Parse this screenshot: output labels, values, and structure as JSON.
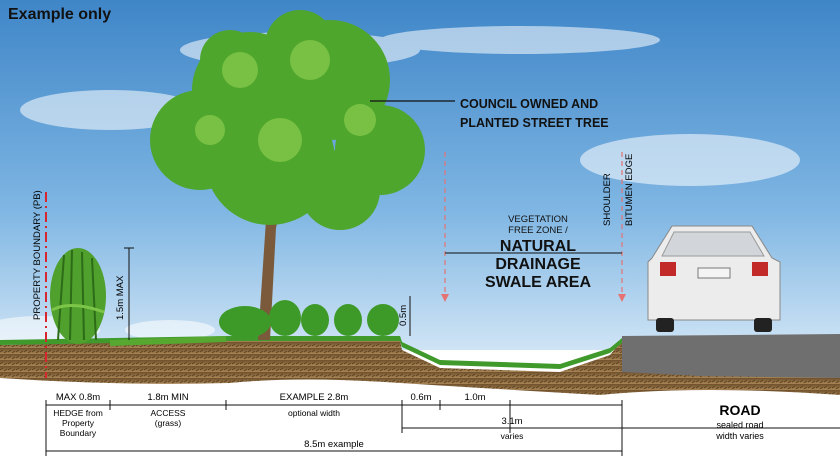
{
  "header": {
    "title": "Example only"
  },
  "callout": {
    "line1": "COUNCIL OWNED AND",
    "line2": "PLANTED STREET TREE"
  },
  "swale": {
    "small_line1": "VEGETATION",
    "small_line2": "FREE ZONE /",
    "big_line1": "NATURAL",
    "big_line2": "DRAINAGE",
    "big_line3": "SWALE AREA"
  },
  "vertical_labels": {
    "property_boundary": "PROPERTY BOUNDARY (PB)",
    "hedge_height": "1.5m MAX",
    "tree_height": "0.5m",
    "shoulder": "SHOULDER",
    "bitumen_edge": "BITUMEN EDGE"
  },
  "dimensions": {
    "hedge": {
      "value": "MAX 0.8m",
      "note1": "HEDGE from",
      "note2": "Property",
      "note3": "Boundary"
    },
    "access": {
      "value": "1.8m MIN",
      "note1": "ACCESS",
      "note2": "(grass)"
    },
    "planting": {
      "value": "EXAMPLE 2.8m",
      "note1": "optional width"
    },
    "gap_a": {
      "value": "0.6m"
    },
    "gap_b": {
      "value": "1.0m"
    },
    "swale_total": {
      "value": "3.1m",
      "note1": "varies"
    },
    "overall": {
      "value": "8.5m example"
    }
  },
  "road": {
    "label": "ROAD",
    "note1": "sealed road",
    "note2": "width varies"
  },
  "colors": {
    "sky": "#4f93cf",
    "grass": "#3f9a2b",
    "soil": "#8b6538",
    "road": "#6f6f6f",
    "boundary": "#d8262e"
  },
  "icons": {
    "tree": "tree-icon",
    "hedge": "hedge-icon",
    "car": "car-icon"
  }
}
